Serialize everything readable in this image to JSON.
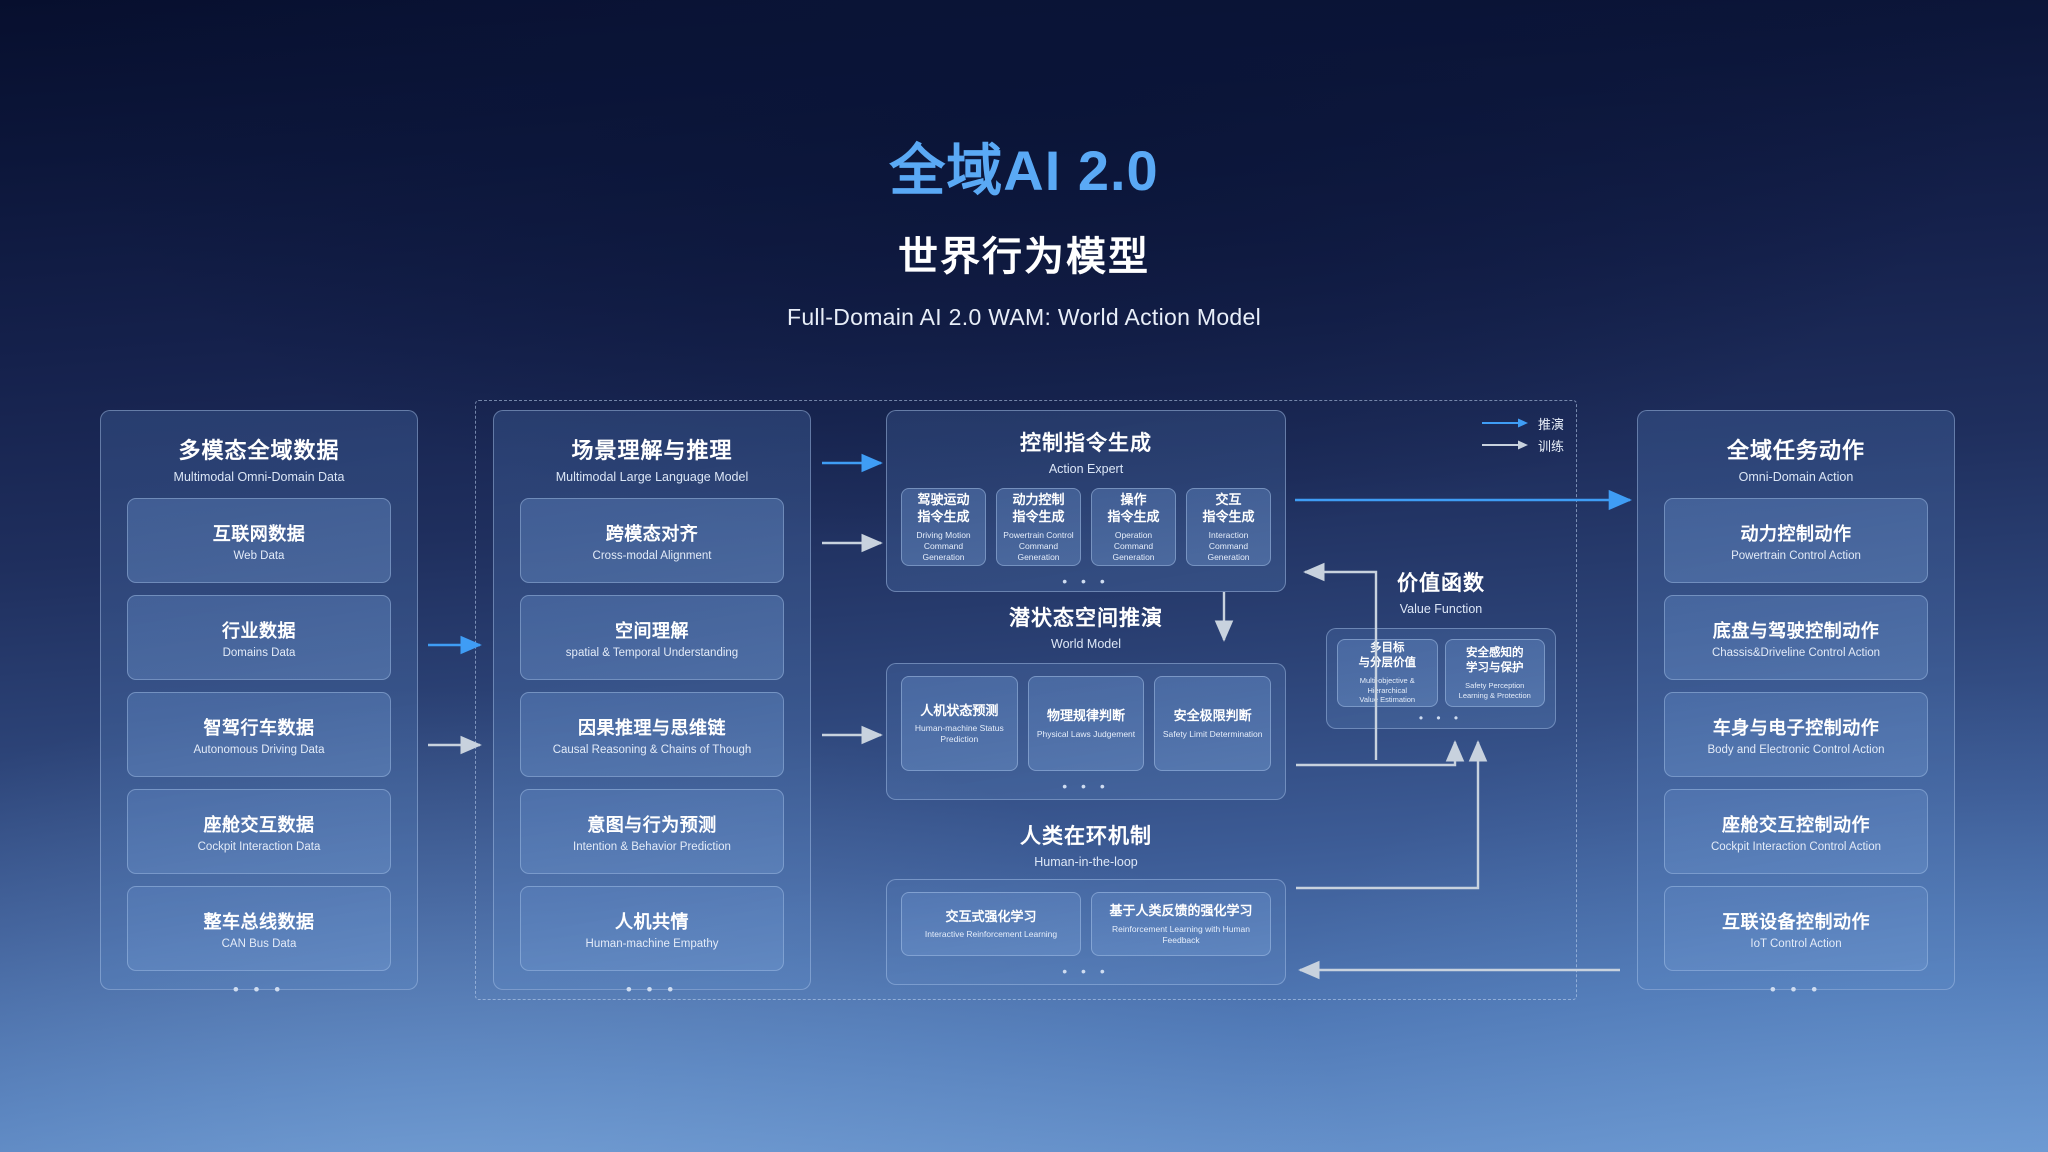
{
  "header": {
    "title_main": "全域AI 2.0",
    "title_sub": "世界行为模型",
    "title_en": "Full-Domain AI 2.0  WAM: World Action Model",
    "accent_color": "#5aa9f5"
  },
  "legend": {
    "items": [
      {
        "label": "推演",
        "color": "#3f9df5",
        "kind": "inference-arrow"
      },
      {
        "label": "训练",
        "color": "#c8d2de",
        "kind": "training-arrow"
      }
    ]
  },
  "columns": {
    "data": {
      "zh": "多模态全域数据",
      "en": "Multimodal Omni-Domain Data",
      "ellipsis": "• • •",
      "cards": [
        {
          "zh": "互联网数据",
          "en": "Web Data"
        },
        {
          "zh": "行业数据",
          "en": "Domains Data"
        },
        {
          "zh": "智驾行车数据",
          "en": "Autonomous Driving Data"
        },
        {
          "zh": "座舱交互数据",
          "en": "Cockpit Interaction Data"
        },
        {
          "zh": "整车总线数据",
          "en": "CAN Bus Data"
        }
      ]
    },
    "mllm": {
      "zh": "场景理解与推理",
      "en": "Multimodal Large Language Model",
      "ellipsis": "• • •",
      "cards": [
        {
          "zh": "跨模态对齐",
          "en": "Cross-modal Alignment"
        },
        {
          "zh": "空间理解",
          "en": "spatial & Temporal Understanding"
        },
        {
          "zh": "因果推理与思维链",
          "en": "Causal Reasoning & Chains of Though"
        },
        {
          "zh": "意图与行为预测",
          "en": "Intention & Behavior Prediction"
        },
        {
          "zh": "人机共情",
          "en": "Human-machine Empathy"
        }
      ]
    },
    "action": {
      "zh": "全域任务动作",
      "en": "Omni-Domain Action",
      "ellipsis": "• • •",
      "cards": [
        {
          "zh": "动力控制动作",
          "en": "Powertrain Control Action"
        },
        {
          "zh": "底盘与驾驶控制动作",
          "en": "Chassis&Driveline Control Action"
        },
        {
          "zh": "车身与电子控制动作",
          "en": "Body and Electronic Control Action"
        },
        {
          "zh": "座舱交互控制动作",
          "en": "Cockpit Interaction Control Action"
        },
        {
          "zh": "互联设备控制动作",
          "en": "IoT Control Action"
        }
      ]
    }
  },
  "groups": {
    "action_expert": {
      "zh": "控制指令生成",
      "en": "Action Expert",
      "dots": "• • •",
      "items": [
        {
          "zh": "驾驶运动\n指令生成",
          "zh1": "驾驶运动",
          "zh2": "指令生成",
          "en1": "Driving Motion",
          "en2": "Command Generation"
        },
        {
          "zh": "动力控制\n指令生成",
          "zh1": "动力控制",
          "zh2": "指令生成",
          "en1": "Powertrain  Control",
          "en2": "Command Generation"
        },
        {
          "zh": "操作\n指令生成",
          "zh1": "操作",
          "zh2": "指令生成",
          "en1": "Operation",
          "en2": "Command Generation"
        },
        {
          "zh": "交互\n指令生成",
          "zh1": "交互",
          "zh2": "指令生成",
          "en1": "Interaction",
          "en2": "Command Generation"
        }
      ]
    },
    "world_model": {
      "zh": "潜状态空间推演",
      "en": "World Model",
      "dots": "• • •",
      "items": [
        {
          "zh1": "人机状态预测",
          "zh2": "",
          "en1": "Human-machine Status Prediction",
          "en2": ""
        },
        {
          "zh1": "物理规律判断",
          "zh2": "",
          "en1": "Physical Laws Judgement",
          "en2": ""
        },
        {
          "zh1": "安全极限判断",
          "zh2": "",
          "en1": "Safety Limit Determination",
          "en2": ""
        }
      ]
    },
    "human_loop": {
      "zh": "人类在环机制",
      "en": "Human-in-the-loop",
      "dots": "• • •",
      "items": [
        {
          "zh1": "交互式强化学习",
          "zh2": "",
          "en1": "Interactive Reinforcement Learning",
          "en2": ""
        },
        {
          "zh1": "基于人类反馈的强化学习",
          "zh2": "",
          "en1": "Reinforcement Learning with Human Feedback",
          "en2": ""
        }
      ]
    },
    "value_function": {
      "zh": "价值函数",
      "en": "Value Function",
      "dots": "• • •",
      "items": [
        {
          "zh1": "多目标",
          "zh2": "与分层价值",
          "en1": "Multi-objective & Hierarchical",
          "en2": "Value Estimation"
        },
        {
          "zh1": "安全感知的",
          "zh2": "学习与保护",
          "en1": "Safety Perception",
          "en2": "Learning & Protection"
        }
      ]
    }
  }
}
